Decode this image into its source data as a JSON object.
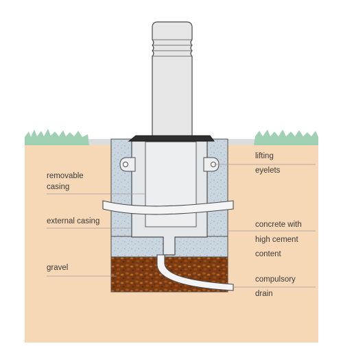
{
  "labels": {
    "removable_casing": [
      "removable",
      "casing"
    ],
    "external_casing": "external casing",
    "gravel": "gravel",
    "lifting_eyelets": [
      "lifting",
      "eyelets"
    ],
    "concrete": [
      "concrete with",
      "high cement",
      "content"
    ],
    "drain": [
      "compulsory",
      "drain"
    ]
  },
  "colors": {
    "soil": "#f6d7b6",
    "sky": "#ffffff",
    "concrete": "#c9d6df",
    "gravel": "#7a3b12",
    "bollard": "#e6e6e6",
    "grass": "#9fd0b2",
    "outline": "#4a4a4a",
    "leader": "#9a9a9a"
  }
}
